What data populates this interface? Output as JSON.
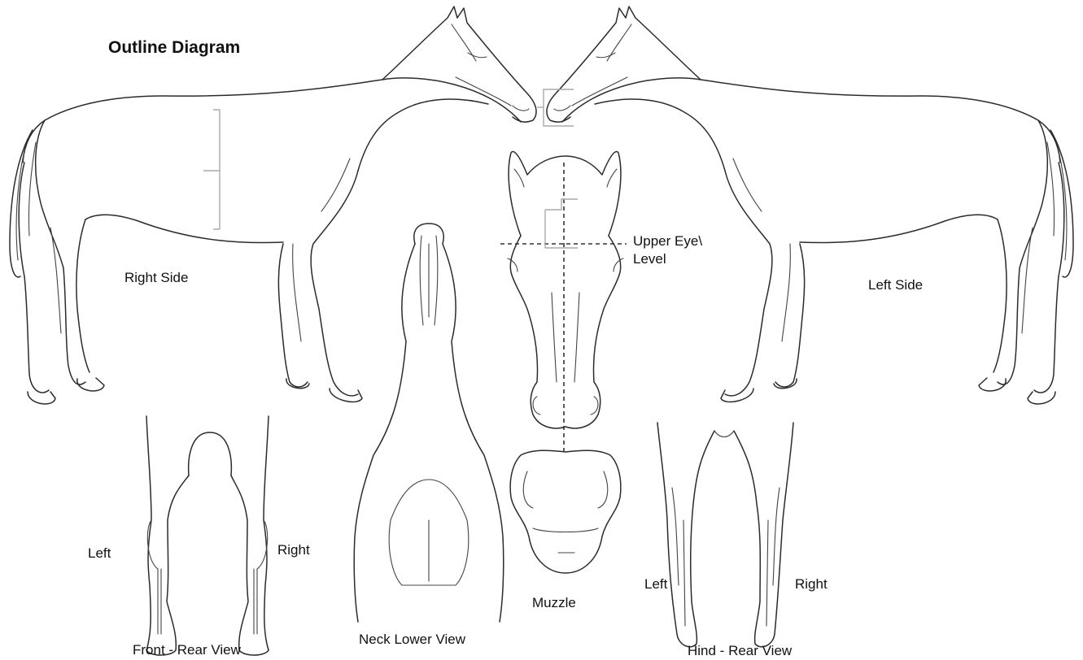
{
  "title": "Outline Diagram",
  "labels": {
    "right_side": "Right Side",
    "left_side": "Left Side",
    "upper_eye_line1": "Upper Eye\\",
    "upper_eye_line2": "Level",
    "front_left": "Left",
    "front_right": "Right",
    "front_caption": "Front - Rear View",
    "neck_caption": "Neck Lower View",
    "muzzle_caption": "Muzzle",
    "hind_left": "Left",
    "hind_right": "Right",
    "hind_caption": "Hind - Rear View"
  }
}
